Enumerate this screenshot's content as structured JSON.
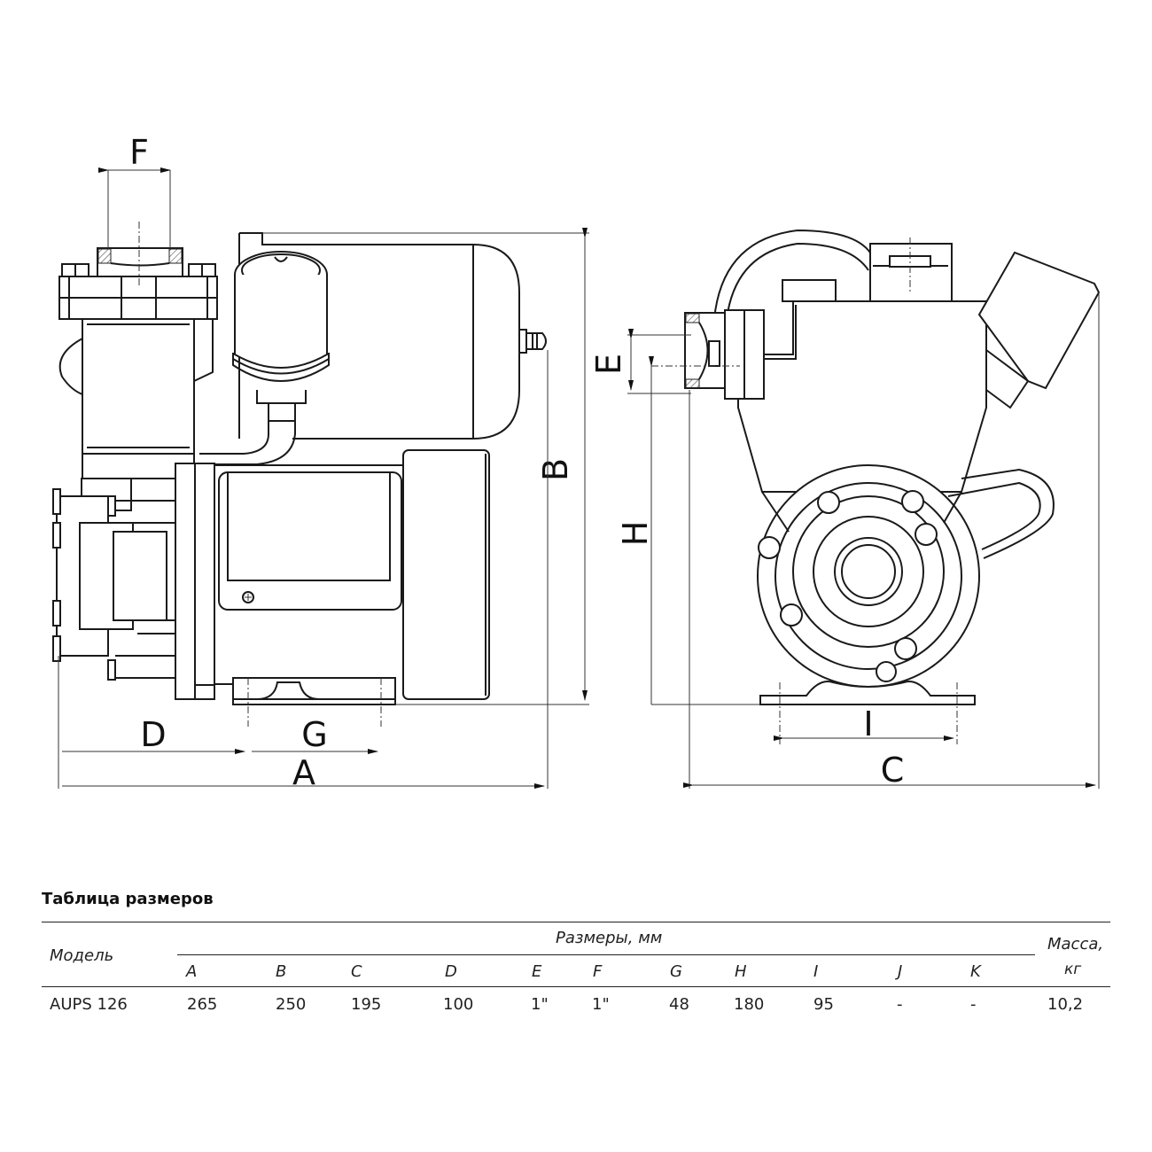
{
  "drawing": {
    "labels": {
      "F": "F",
      "B": "B",
      "D": "D",
      "G": "G",
      "A": "A",
      "E": "E",
      "H": "H",
      "I": "I",
      "C": "C"
    }
  },
  "table": {
    "title": "Таблица размеров",
    "model_header": "Модель",
    "dimensions_header": "Размеры, мм",
    "mass_header_line1": "Масса,",
    "mass_header_line2": "кг",
    "columns": [
      "A",
      "B",
      "C",
      "D",
      "E",
      "F",
      "G",
      "H",
      "I",
      "J",
      "K"
    ],
    "rows": [
      {
        "model": "AUPS 126",
        "values": [
          "265",
          "250",
          "195",
          "100",
          "1\"",
          "1\"",
          "48",
          "180",
          "95",
          "-",
          "-"
        ],
        "mass": "10,2"
      }
    ]
  }
}
